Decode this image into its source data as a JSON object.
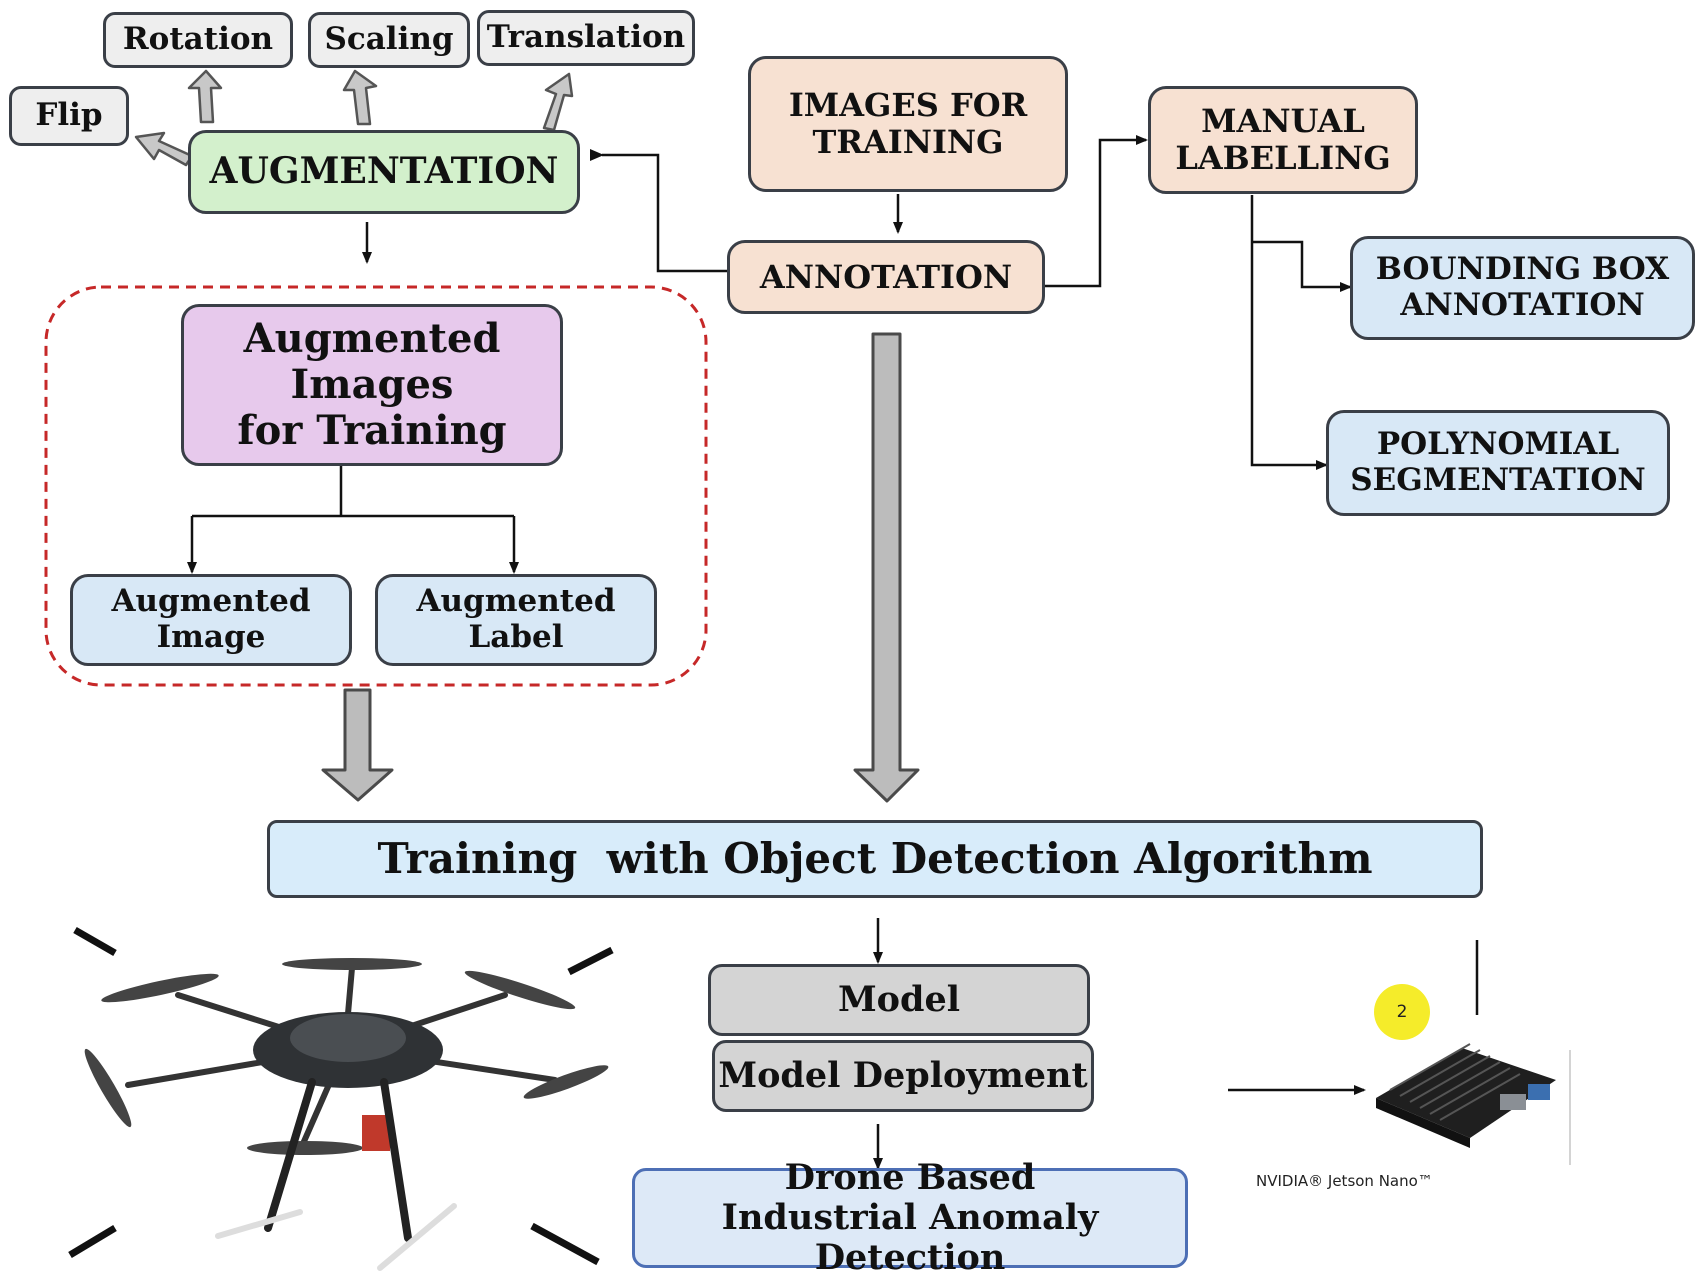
{
  "augmentation": {
    "title": "AUGMENTATION",
    "ops": {
      "flip": "Flip",
      "rotation": "Rotation",
      "scaling": "Scaling",
      "translation": "Translation"
    }
  },
  "images_for_training": {
    "line1": "IMAGES FOR",
    "line2": "TRAINING"
  },
  "annotation": {
    "label": "ANNOTATION"
  },
  "manual_labelling": {
    "line1": "MANUAL",
    "line2": "LABELLING"
  },
  "bounding_box": {
    "line1": "BOUNDING BOX",
    "line2": "ANNOTATION"
  },
  "polynomial": {
    "line1": "POLYNOMIAL",
    "line2": "SEGMENTATION"
  },
  "augmented_group": {
    "title_line1": "Augmented Images",
    "title_line2": "for Training",
    "image": {
      "line1": "Augmented",
      "line2": "Image"
    },
    "label": {
      "line1": "Augmented",
      "line2": "Label"
    }
  },
  "training": {
    "label": "Training  with Object Detection Algorithm"
  },
  "model": {
    "label": "Model"
  },
  "deployment": {
    "label": "Model Deployment"
  },
  "final": {
    "line1": "Drone Based",
    "line2": "Industrial Anomaly Detection"
  },
  "hardware": {
    "caption": "NVIDIA® Jetson Nano™",
    "badge": "2"
  },
  "colors": {
    "stroke": "#3a3f47",
    "fat_arrow_fill": "#bcbcbc",
    "dashed_group": "#c62828",
    "augmentation_fill": "#d3f0cc",
    "peach_fill": "#f7e1d2",
    "blue_fill": "#d8e8f6",
    "purple_fill": "#e7c9ec",
    "model_fill": "#d4d4d4"
  }
}
